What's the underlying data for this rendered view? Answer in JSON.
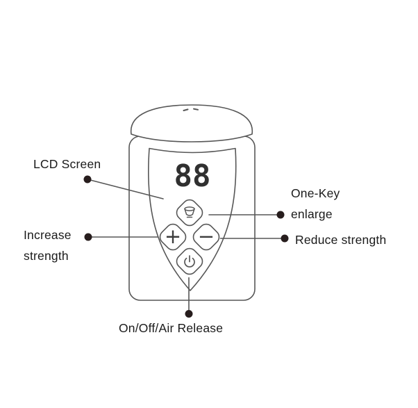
{
  "labels": {
    "lcd_screen": "LCD Screen",
    "one_key": {
      "line1": "One-Key",
      "line2": "enlarge"
    },
    "increase": {
      "line1": "Increase",
      "line2": "strength"
    },
    "reduce": "Reduce strength",
    "on_off": "On/Off/Air Release"
  },
  "device": {
    "lcd_value": "88",
    "plus_glyph": "+",
    "minus_glyph": "−"
  },
  "icons": {
    "top_button": "funnel-enlarge-icon",
    "bottom_button": "power-icon"
  },
  "colors": {
    "outline": "#565656",
    "text": "#1a1a1a",
    "dot": "#271d1d"
  }
}
